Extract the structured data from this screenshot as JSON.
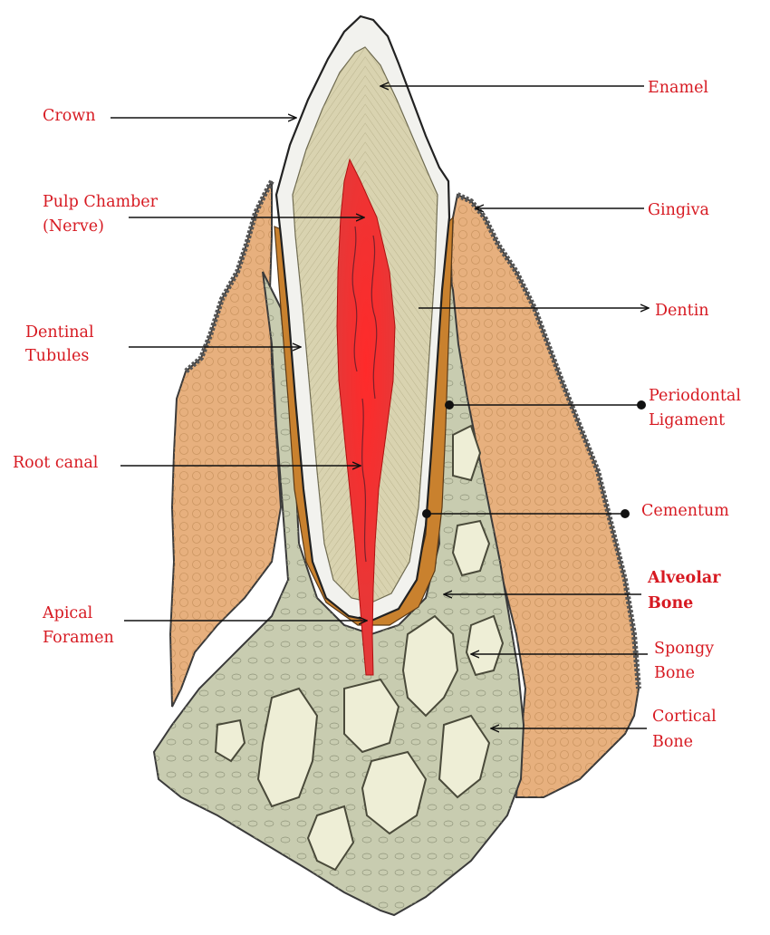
{
  "colors": {
    "label": "#d71a22",
    "pulp": "#e8252b",
    "dentin": "#d9d3b0",
    "enamel": "#f2f2ee",
    "gum": "#e7b07e",
    "bone": "#c8ccb0",
    "marrow": "#eeeed6",
    "ligament": "#c9812e",
    "leader": "#111111"
  },
  "labels": {
    "crown": "Crown",
    "pulp_chamber_1": "Pulp Chamber",
    "pulp_chamber_2": "(Nerve)",
    "dentinal_tubules_1": "Dentinal",
    "dentinal_tubules_2": "Tubules",
    "root_canal": "Root canal",
    "apical_foramen_1": "Apical",
    "apical_foramen_2": "Foramen",
    "enamel": "Enamel",
    "gingiva": "Gingiva",
    "dentin": "Dentin",
    "periodontal_ligament_1": "Periodontal",
    "periodontal_ligament_2": "Ligament",
    "cementum": "Cementum",
    "alveolar_bone_1": "Alveolar",
    "alveolar_bone_2": "Bone",
    "spongy_bone_1": "Spongy",
    "spongy_bone_2": "Bone",
    "cortical_bone_1": "Cortical",
    "cortical_bone_2": "Bone"
  }
}
